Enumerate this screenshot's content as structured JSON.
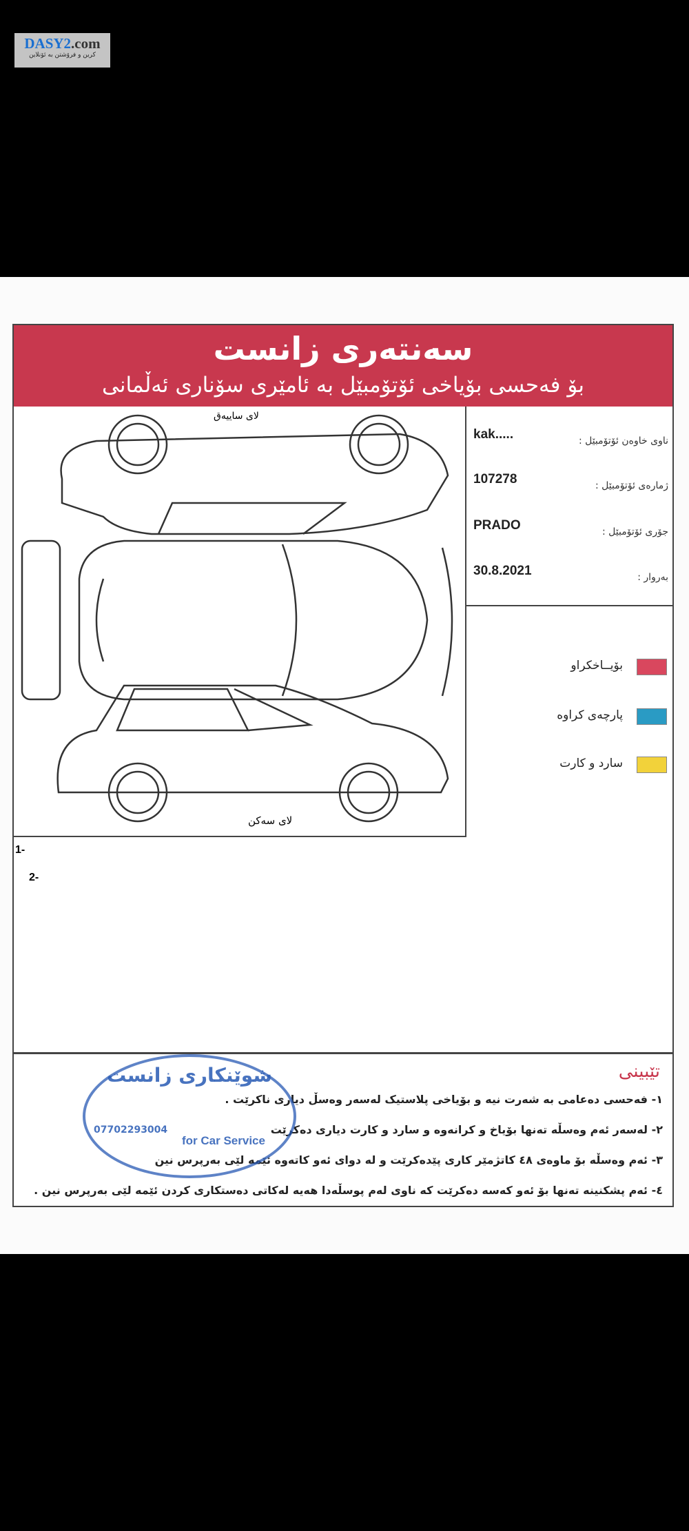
{
  "logo": {
    "brand_main": "DASY2",
    "brand_suffix": ".com",
    "tagline": "کرین و فرۆشتن بە ئۆنلاین"
  },
  "header": {
    "title": "سەنتەری زانست",
    "subtitle": "بۆ فەحسی بۆیاخی ئۆتۆمبێل بە ئامێری سۆناری ئەڵمانی"
  },
  "diagram": {
    "top_label": "لای ساییەق",
    "bottom_label": "لای سەکن"
  },
  "info": [
    {
      "label": "ناوی خاوەن ئۆتۆمبێل :",
      "value": "kak....."
    },
    {
      "label": "ژمارەی ئۆتۆمبێل :",
      "value": "107278"
    },
    {
      "label": "جۆری ئۆتۆمبێل :",
      "value": "PRADO"
    },
    {
      "label": "بەروار :",
      "value": "30.8.2021"
    }
  ],
  "legend": [
    {
      "label": "بۆیــاخکراو",
      "color": "#d9475e"
    },
    {
      "label": "پارچەی کراوە",
      "color": "#2a9bc4"
    },
    {
      "label": "سارد و کارت",
      "color": "#f2d23a"
    }
  ],
  "notes": {
    "n1": "1-",
    "n2": "2-"
  },
  "footer": {
    "title": "تێبینی",
    "lines": [
      "١- فەحسی دەعامی بە شەرت نیە و بۆیاخی پلاستیک لەسەر وەسڵ دیاری ناکرێت .",
      "٢- لەسەر ئەم وەسڵە تەنها بۆیاخ و کرانەوە و سارد و کارت دیاری دەکرێت",
      "٣- ئەم وەسڵە بۆ ماوەی ٤٨ کاتژمێر کاری پێدەکرێت و لە دوای ئەو کاتەوە ئێمە لێی بەرپرس نین",
      "٤- ئەم پشکنینە تەنها بۆ ئەو کەسە دەکرێت کە ناوی لەم پوسڵەدا هەیە لەکاتی دەستکاری کردن ئێمە لێی بەرپرس نین ."
    ]
  },
  "stamp": {
    "name": "شوێنکاری زانست",
    "phone": "07702293004",
    "tagline": "for Car Service"
  }
}
